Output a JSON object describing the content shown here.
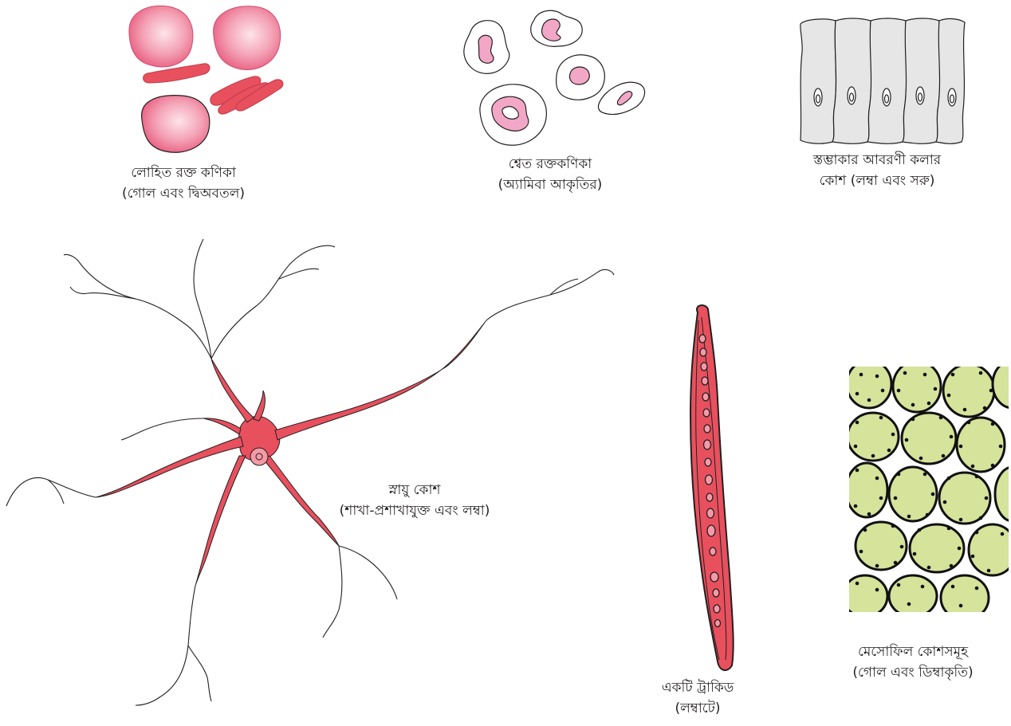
{
  "labels": {
    "rbc": {
      "line1": "লোহিত রক্ত কণিকা",
      "line2": "(গোল এবং দ্বিঅবতল)"
    },
    "wbc": {
      "line1": "শ্বেত রক্তকণিকা",
      "line2": "(অ্যামিবা আকৃতির)"
    },
    "columnar": {
      "line1": "স্তম্ভাকার আবরণী কলার",
      "line2": "কোশ (লম্বা এবং সরু)"
    },
    "neuron": {
      "line1": "স্নায়ু কোশ",
      "line2": "(শাখা-প্রশাখাযুক্ত এবং লম্বা)"
    },
    "tracheid": {
      "line1": "একটি ট্রাকিড",
      "line2": "(লম্বাটে)"
    },
    "mesophyll": {
      "line1": "মেসোফিল কোশসমূহ",
      "line2": "(গোল এবং ডিম্বাকৃতি)"
    }
  },
  "colors": {
    "rbc_fill": "#f07b96",
    "cell_pink": "#e8505e",
    "wbc_nucleus": "#f2a7c6",
    "columnar_fill": "#e6e6e6",
    "mesophyll_fill": "#d5e39b",
    "outline": "#231f20"
  }
}
